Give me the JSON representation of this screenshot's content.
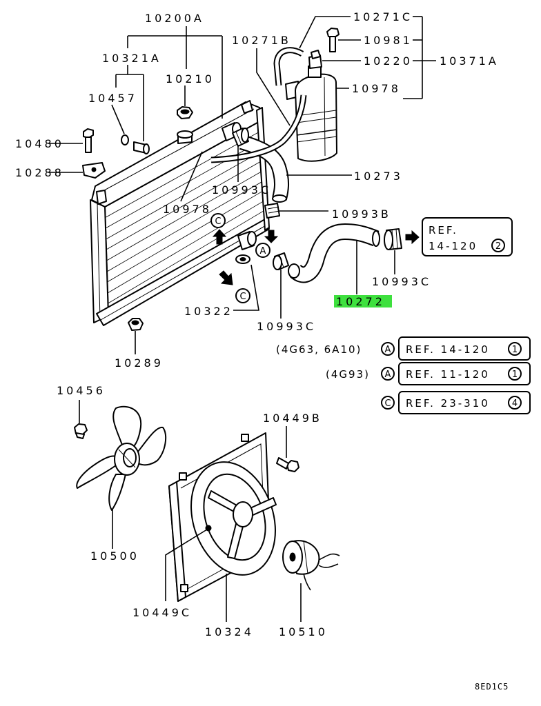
{
  "labels": {
    "p10200A": "10200A",
    "p10271C": "10271C",
    "p10981": "10981",
    "p10271B": "10271B",
    "p10220": "10220",
    "p10371A": "10371A",
    "p10321A": "10321A",
    "p10210": "10210",
    "p10978_top": "10978",
    "p10457": "10457",
    "p10480": "10480",
    "p10288": "10288",
    "p10993C_mid": "10993C",
    "p10273": "10273",
    "p10978_low": "10978",
    "p10993B": "10993B",
    "p10993C_right": "10993C",
    "p10272": "10272",
    "p10322": "10322",
    "p10993C_bottom": "10993C",
    "p10289": "10289",
    "p10456": "10456",
    "p10449B": "10449B",
    "p10500": "10500",
    "p10449C": "10449C",
    "p10324": "10324",
    "p10510": "10510"
  },
  "callouts": {
    "c_upper": "C",
    "a_mid": "A",
    "c_lower": "C"
  },
  "ref_box": {
    "line1": "REF.",
    "line2": "14-120",
    "num": "2"
  },
  "references": [
    {
      "engine": "(4G63, 6A10)",
      "mark": "A",
      "ref": "REF. 14-120",
      "num": "1"
    },
    {
      "engine": "(4G93)",
      "mark": "A",
      "ref": "REF. 11-120",
      "num": "1"
    },
    {
      "mark": "C",
      "ref": "REF. 23-310",
      "num": "4"
    }
  ],
  "highlight": {
    "part": "10272",
    "color": "#3ee03e"
  },
  "figure_code": "8ED1C5"
}
